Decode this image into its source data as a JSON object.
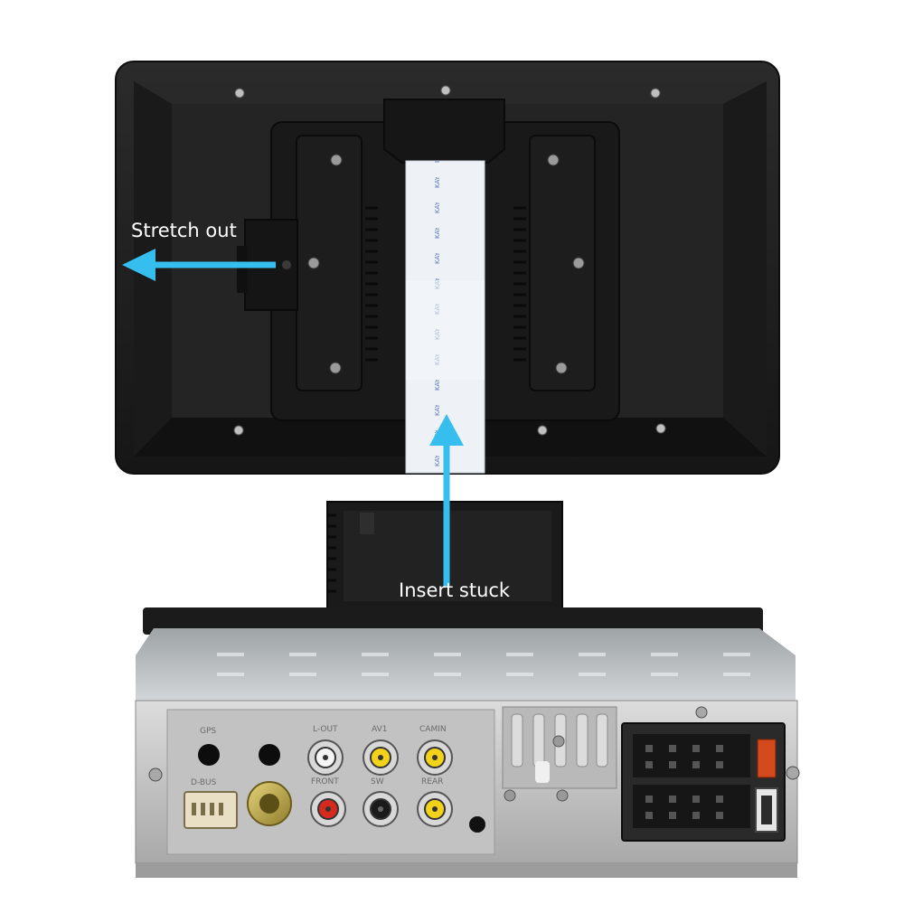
{
  "annotations": {
    "stretch_label": "Stretch out",
    "insert_label": "Insert stuck"
  },
  "ports": {
    "gps": "GPS",
    "usb": "D-BUS",
    "lout": "L-OUT",
    "av": "AV1",
    "camin": "CAMIN",
    "front": "FRONT",
    "sw": "SW",
    "rear": "REAR"
  },
  "ribbon_print": "KAY",
  "colors": {
    "arrow": "#36bfee",
    "screen_back": "#202020",
    "unit_metal": "#c9c9c9"
  }
}
